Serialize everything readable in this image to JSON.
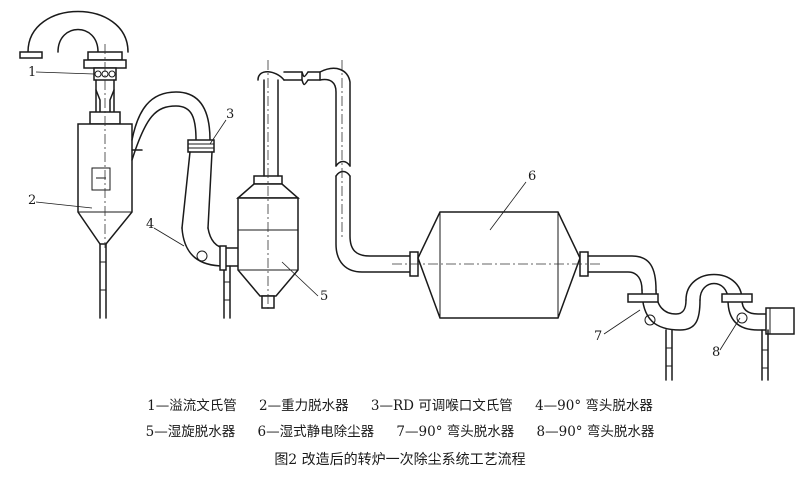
{
  "diagram": {
    "markers": [
      "1",
      "2",
      "3",
      "4",
      "5",
      "6",
      "7",
      "8"
    ]
  },
  "legend": {
    "row1": [
      "1—溢流文氏管",
      "2—重力脱水器",
      "3—RD 可调喉口文氏管",
      "4—90° 弯头脱水器"
    ],
    "row2": [
      "5—湿旋脱水器",
      "6—湿式静电除尘器",
      "7—90° 弯头脱水器",
      "8—90° 弯头脱水器"
    ]
  },
  "caption": "图2    改造后的转炉一次除尘系统工艺流程"
}
